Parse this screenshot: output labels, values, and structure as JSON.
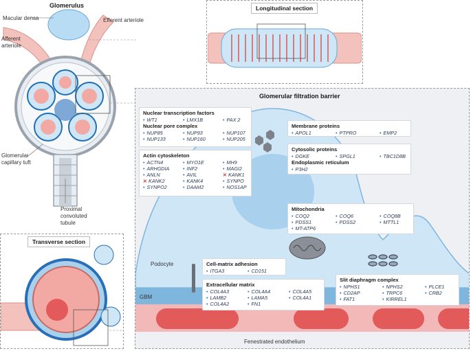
{
  "glomerulus": {
    "title": "Glomerulus",
    "labels": {
      "macula_densa": "Macular densa",
      "efferent_arteriole": "Efferent arteriole",
      "afferent_arteriole": "Afferent\narteriole",
      "capillary_tuft": "Glomerular\ncapillary tuft",
      "proximal_tubule": "Proximal\nconvoluted\ntubule"
    }
  },
  "longitudinal_section": {
    "title": "Longitudinal section"
  },
  "transverse_section": {
    "title": "Transverse section"
  },
  "filtration_barrier": {
    "title": "Glomerular filtration barrier",
    "podocyte_label": "Podocyte",
    "gbm_label": "GBM",
    "endothelium_label": "Fenestrated endothelium"
  },
  "gene_boxes": {
    "nuclear": {
      "title1": "Nuclear transcription factors",
      "genes1": [
        "WT1",
        "LMX1B",
        "PAX 2"
      ],
      "title2": "Nuclear pore complex",
      "genes2": [
        "NUP85",
        "NUP93",
        "NUP107",
        "NUP133",
        "NUP160",
        "NUP205"
      ]
    },
    "actin": {
      "title": "Actin cytoskeleton",
      "genes": [
        {
          "name": "ACTN4",
          "mark": "dot"
        },
        {
          "name": "MYO1E",
          "mark": "dot"
        },
        {
          "name": "MH9",
          "mark": "dot"
        },
        {
          "name": "ARHGDIA",
          "mark": "dot"
        },
        {
          "name": "INF2",
          "mark": "dot"
        },
        {
          "name": "MAGI2",
          "mark": "dot"
        },
        {
          "name": "ANLN",
          "mark": "dot"
        },
        {
          "name": "AVIL",
          "mark": "dot"
        },
        {
          "name": "KANK1",
          "mark": "x"
        },
        {
          "name": "KANK2",
          "mark": "x"
        },
        {
          "name": "KANK4",
          "mark": "dot"
        },
        {
          "name": "SYNPO",
          "mark": "dot"
        },
        {
          "name": "SYNPO2",
          "mark": "dot"
        },
        {
          "name": "DAAM2",
          "mark": "dot"
        },
        {
          "name": "NOS1AP",
          "mark": "dot"
        }
      ]
    },
    "membrane": {
      "title": "Membrane proteins",
      "genes": [
        "APOL1",
        "PTPRO",
        "EMP2"
      ]
    },
    "cytosolic": {
      "title1": "Cytosolic proteins",
      "genes1": [
        "DGKE",
        "SPGL1",
        "TBC1D8B"
      ],
      "title2": "Endoplasmic reticulum",
      "genes2": [
        "P3H2"
      ]
    },
    "mito": {
      "title": "Mitochondria",
      "genes": [
        "COQ2",
        "COQ6",
        "COQ8B",
        "PDSS1",
        "PDSS2",
        "MTTL1",
        "MT-ATP6"
      ]
    },
    "adhesion": {
      "title": "Cell-matrix adhesion",
      "genes": [
        "ITGA3",
        "CD151"
      ]
    },
    "ecm": {
      "title": "Extracellular matrix",
      "genes": [
        "COL4A3",
        "COL4A4",
        "COL4A5",
        "LAMB2",
        "LAMA5",
        "COL4A1",
        "COL4A2",
        "FN1"
      ]
    },
    "slit": {
      "title": "Slit diaphragm complex",
      "genes": [
        "NPHS1",
        "NPHS2",
        "PLCE1",
        "CD2AP",
        "TRPC6",
        "CRB2",
        "FAT1",
        "KIRREL1"
      ]
    }
  },
  "colors": {
    "podocyte": "#cfe6f7",
    "podocyte_dark": "#a9d1ee",
    "gbm": "#7fb6de",
    "endothelium": "#f3b8b8",
    "rbc": "#e25a5a",
    "panel_bg": "#eef0f3",
    "outline": "#1f5f9a",
    "gene_dot": "#2a6fb5",
    "x_mark": "#d33333"
  }
}
